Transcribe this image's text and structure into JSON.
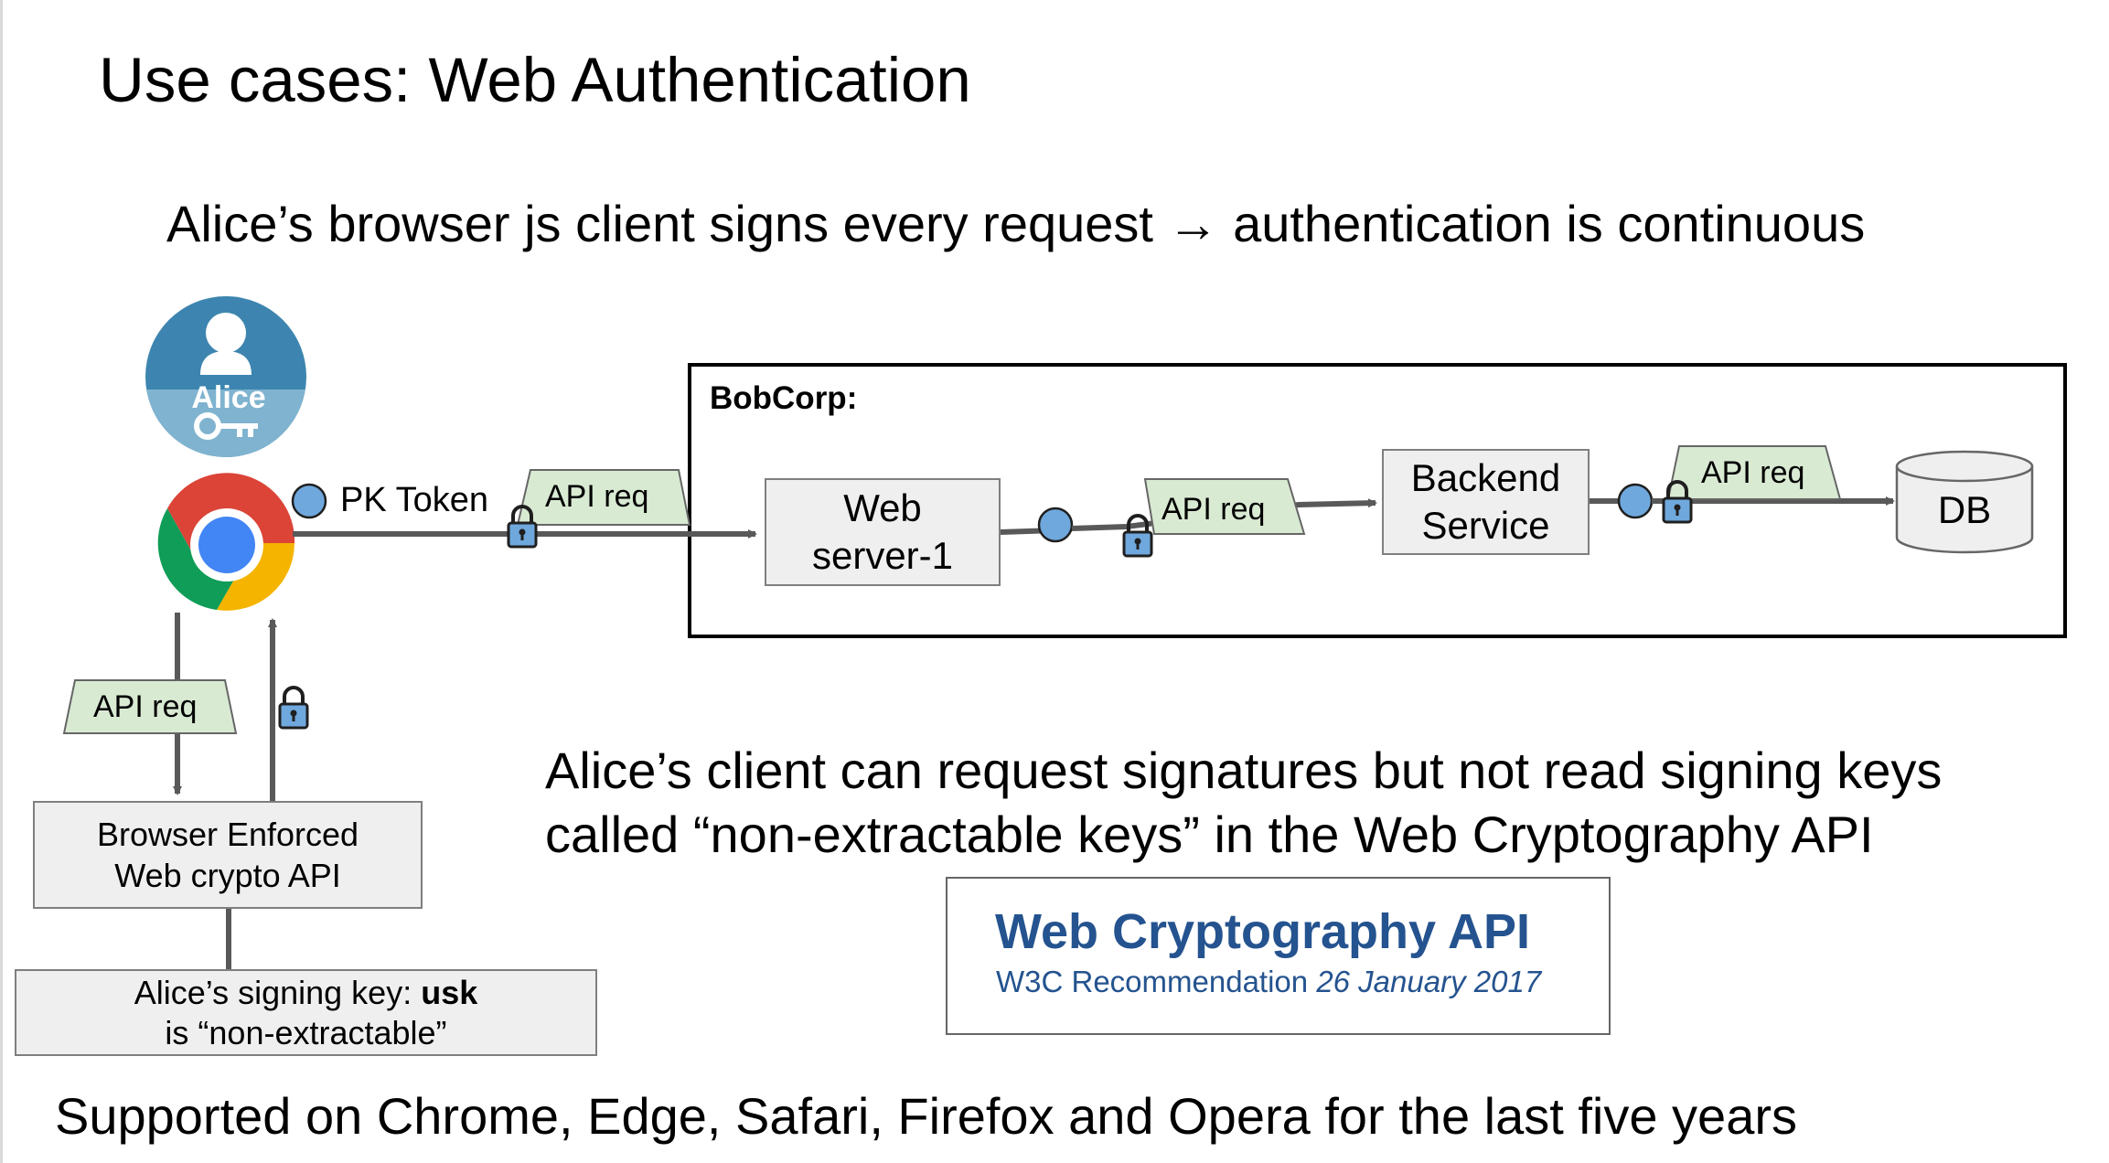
{
  "title": "Use cases: Web Authentication",
  "subtitle": "Alice’s browser js client signs every request → authentication is continuous",
  "alice": {
    "label": "Alice",
    "avatar_color": "#3d85b0",
    "avatar_lower_color": "#7fb3cf"
  },
  "pk_token_label": "PK Token",
  "api_req_label": "API req",
  "bobcorp": {
    "label": "BobCorp:",
    "web_server": {
      "line1": "Web",
      "line2": "server-1"
    },
    "backend": {
      "line1": "Backend",
      "line2": "Service"
    },
    "db": "DB"
  },
  "webcrypto_box": {
    "line1": "Browser Enforced",
    "line2": "Web crypto API"
  },
  "signing_key_box": {
    "line1_prefix": "Alice’s signing key: ",
    "line1_bold": "usk",
    "line2": "is “non-extractable”"
  },
  "body": {
    "line1": "Alice’s client can request signatures but not read signing keys",
    "line2": "called “non-extractable keys” in the Web Cryptography API"
  },
  "w3c": {
    "title": "Web Cryptography API",
    "status": "W3C Recommendation",
    "date": "26 January 2017"
  },
  "footer": "Supported on Chrome, Edge, Safari, Firefox and Opera for the last five years",
  "colors": {
    "tag_fill": "#d9ead3",
    "token_fill": "#6fa8dc",
    "box_fill": "#efefef",
    "arrow": "#595959",
    "w3c_blue": "#24538f"
  }
}
